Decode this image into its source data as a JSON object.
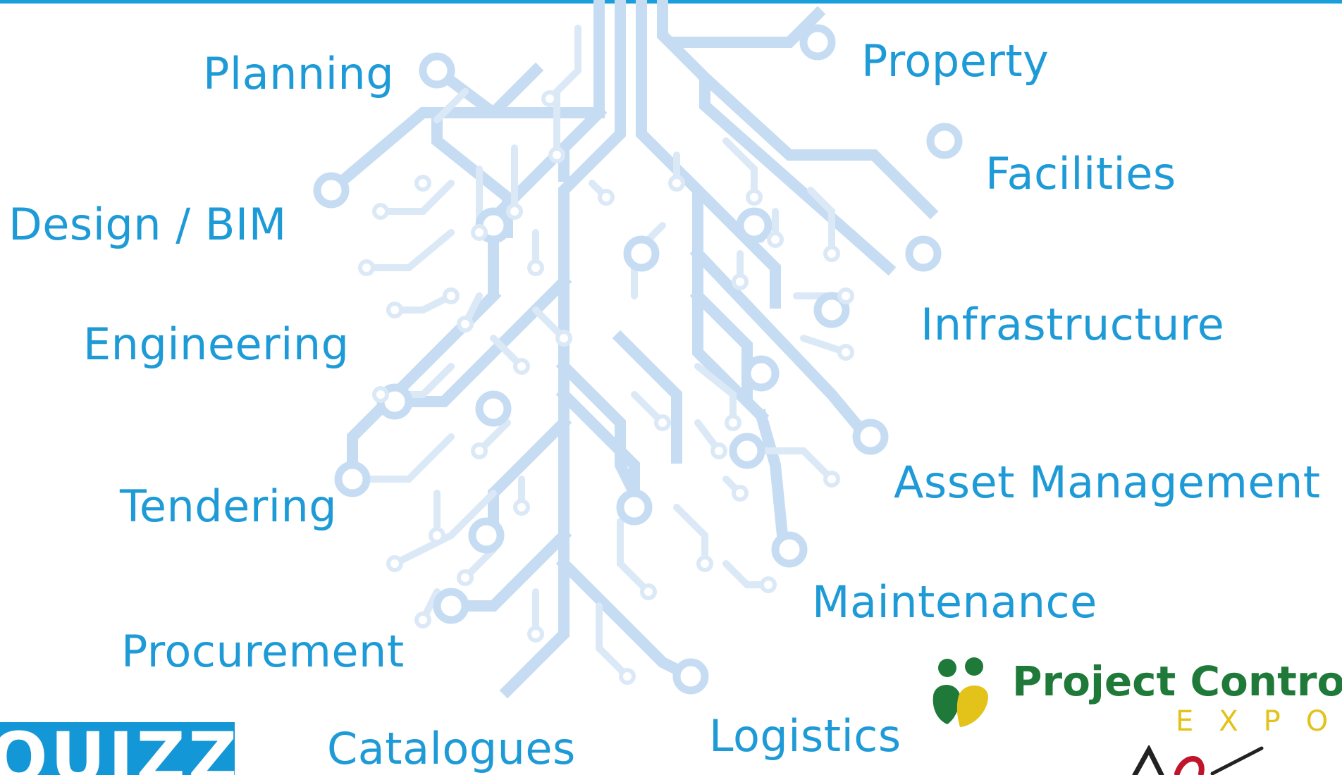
{
  "labels": {
    "planning": "Planning",
    "design_bim": "Design / BIM",
    "engineering": "Engineering",
    "tendering": "Tendering",
    "procurement": "Procurement",
    "catalogues": "Catalogues",
    "property": "Property",
    "facilities": "Facilities",
    "infrastructure": "Infrastructure",
    "asset_management": "Asset Management",
    "maintenance": "Maintenance",
    "logistics": "Logistics"
  },
  "logos": {
    "left_logo_text": "QUIZZ",
    "right_logo_title": "Project Controls",
    "right_logo_subtitle": "EXPO"
  },
  "colors": {
    "label": "#1e9bd7",
    "tree_main": "#c6dcf2",
    "tree_light": "#dbe9f7",
    "top_bar": "#1a9fdc",
    "logo_box": "#1497d6",
    "pce_green": "#1f7a3a",
    "pce_yellow": "#e3c21a"
  }
}
